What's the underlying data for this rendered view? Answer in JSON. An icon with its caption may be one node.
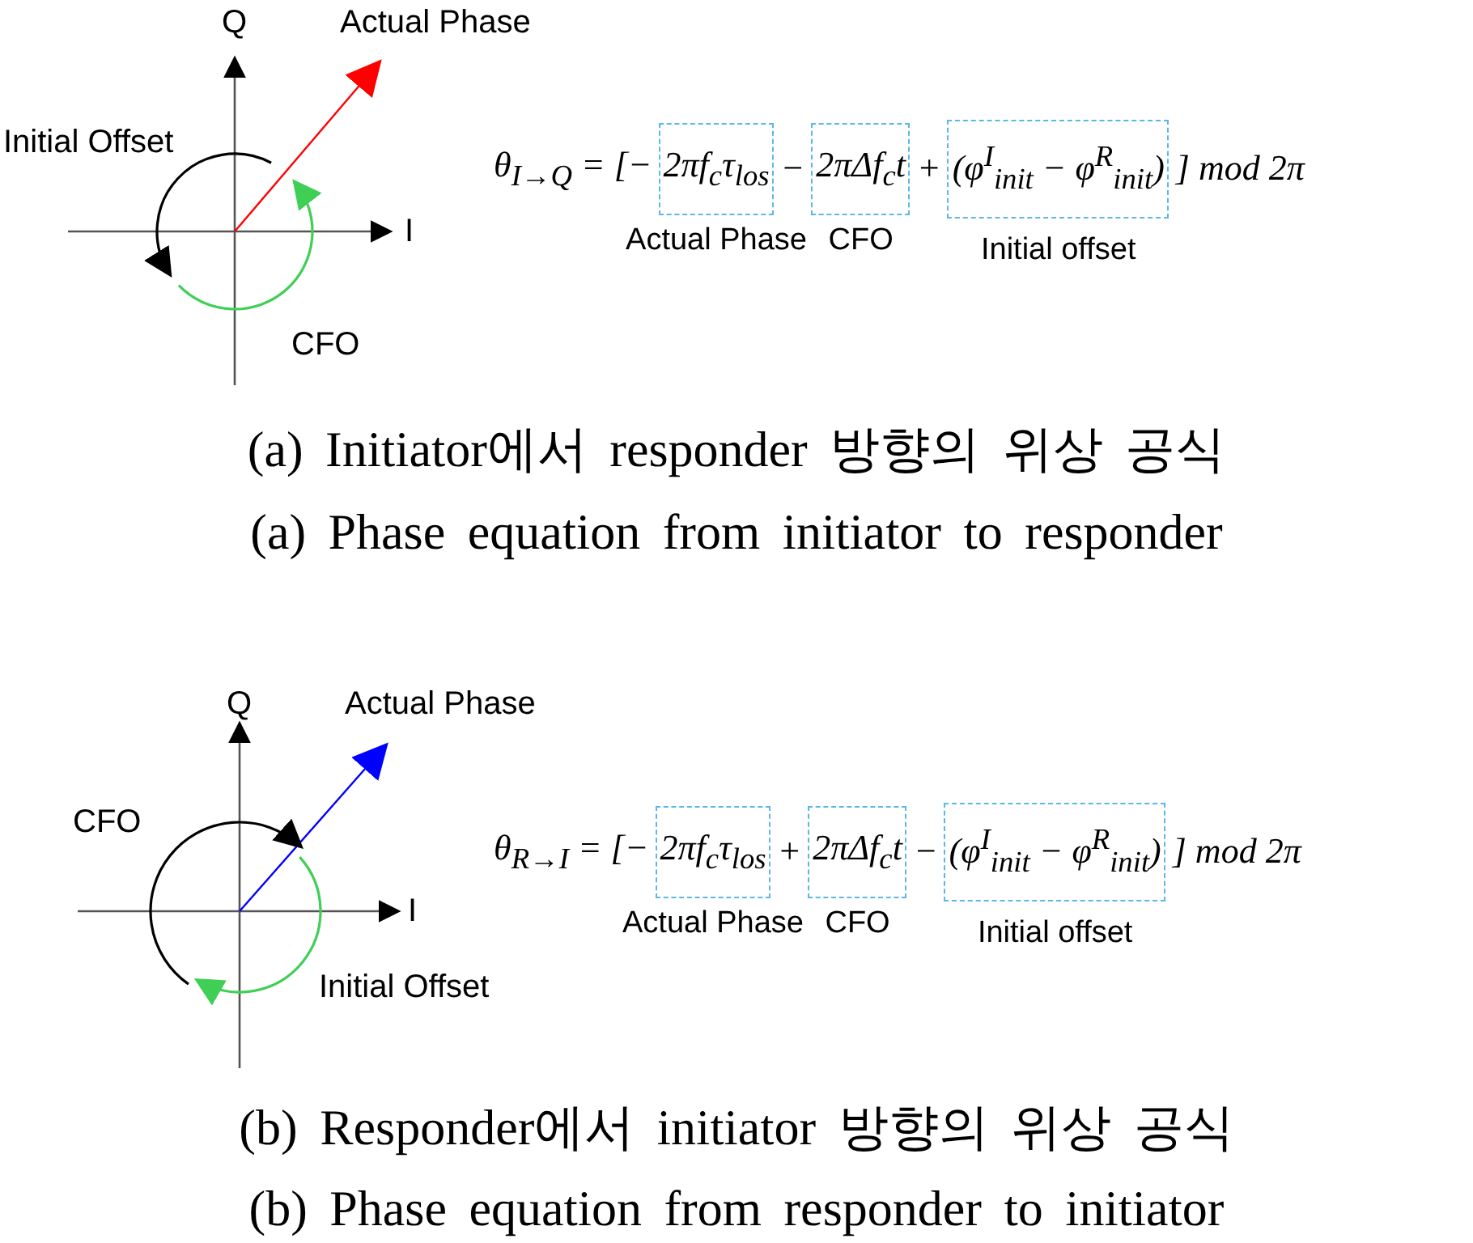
{
  "diagram": {
    "nodes": [
      {
        "text": [
          "2πf$_{c}$τ$_{los}$"
        ],
        "beside": [
          "Actual Phase"
        ]
      },
      {
        "text": [
          "2πΔf$_{c}$t"
        ],
        "beside": [
          "CFO"
        ]
      },
      {
        "text": [
          "(φ$^{I}$$_{init}$ − φ$^{R}$$_{init}$)"
        ],
        "beside": [
          "Initial offset"
        ]
      },
      {
        "text": [
          "2πf$_{c}$τ$_{los}$"
        ],
        "beside": [
          "Actual Phase"
        ]
      },
      {
        "text": [
          "2πΔf$_{c}$t"
        ],
        "beside": [
          "CFO"
        ]
      },
      {
        "text": [
          "(φ$^{I}$$_{init}$ − φ$^{R}$$_{init}$)"
        ],
        "beside": [
          "Initial offset"
        ]
      }
    ],
    "edges": [],
    "labels": [
      "Q",
      "Actual Phase",
      "Initial Offset",
      "I",
      "CFO",
      "θ$_{I→Q}$ = [−",
      "−",
      "+",
      "] mod 2π",
      "(a) Initiator에서 responder 방향의 위상 공식",
      "(a) Phase equation from initiator to responder",
      "Q",
      "Actual Phase",
      "CFO",
      "I",
      "Initial Offset",
      "θ$_{R→I}$ = [−",
      "+",
      "−",
      "] mod 2π",
      "(b) Responder에서 initiator 방향의 위상 공식",
      "(b) Phase equation from responder to initiator"
    ]
  }
}
